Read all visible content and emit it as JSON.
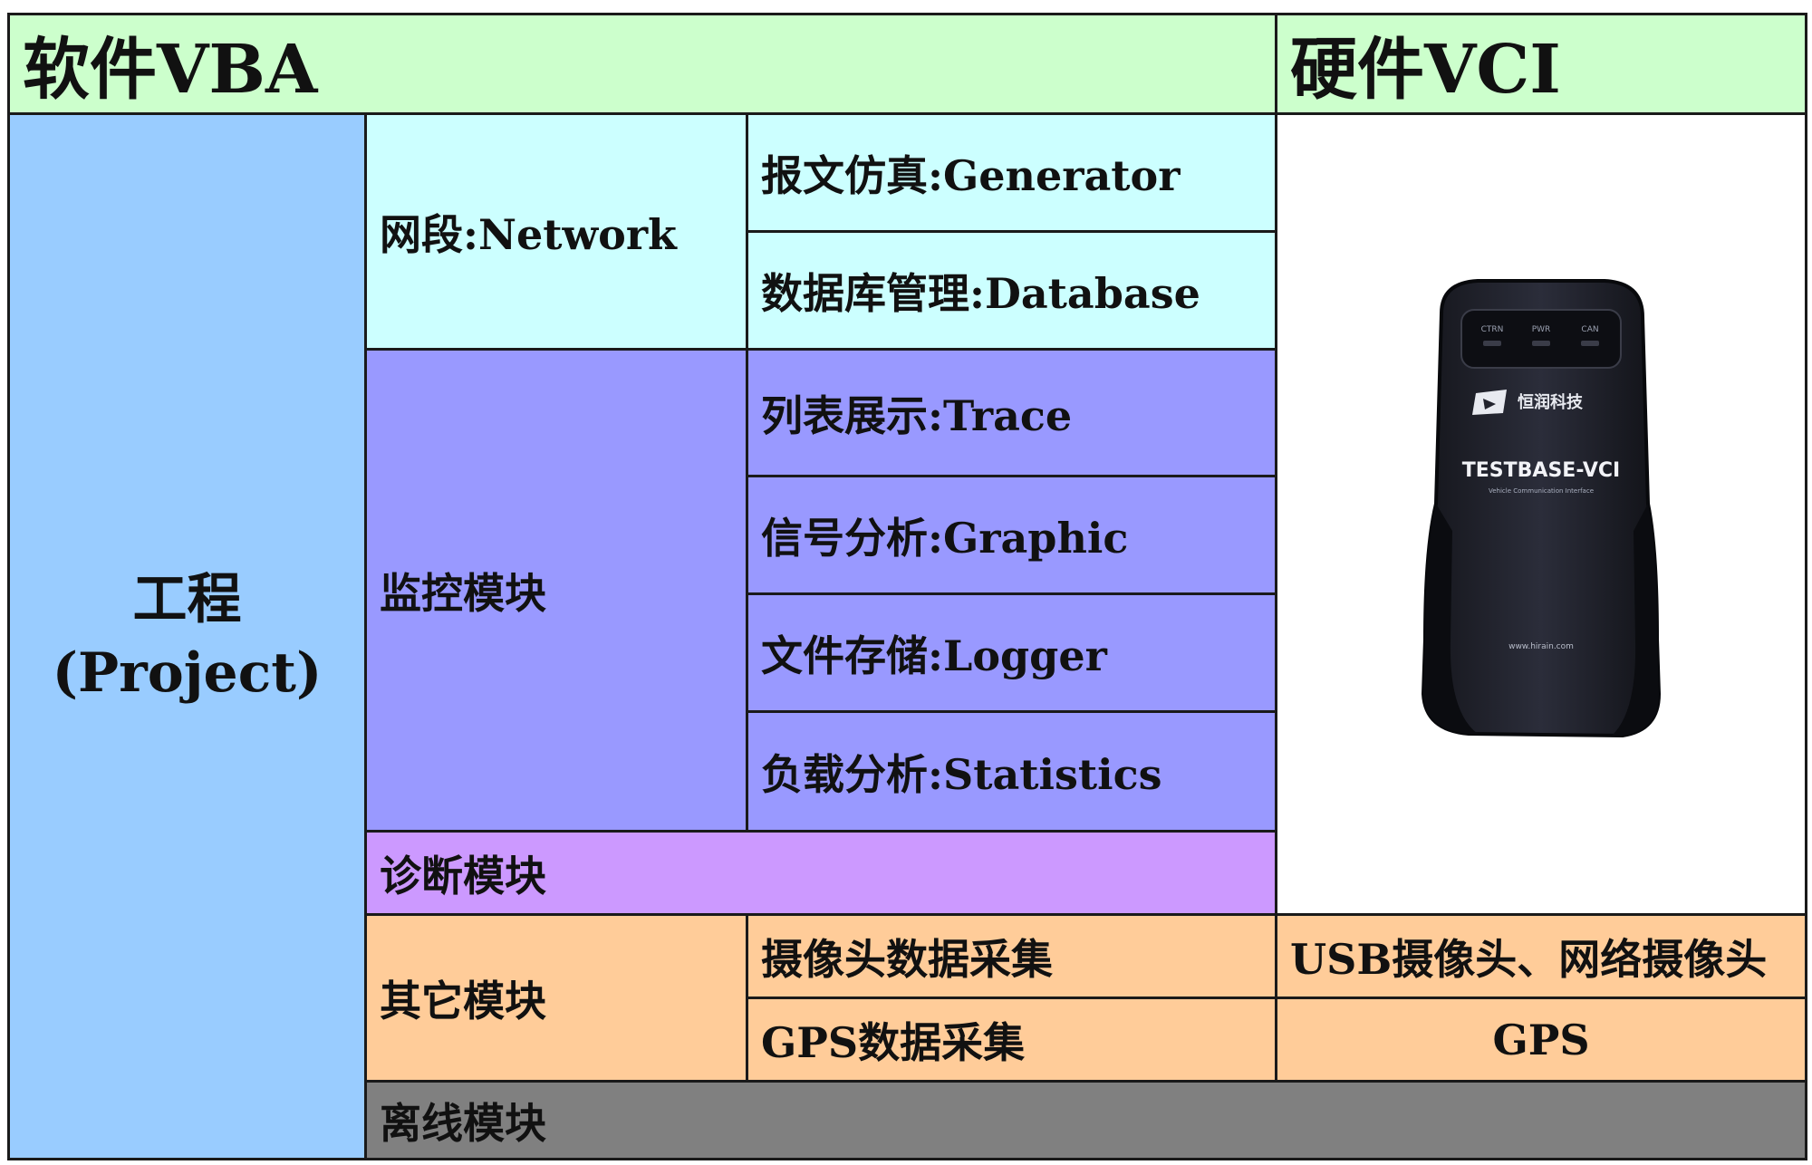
{
  "colors": {
    "header": "#ccffcc",
    "project": "#99ccff",
    "network": "#ccffff",
    "monitor": "#9999ff",
    "diagnostics": "#cc99ff",
    "other": "#ffcc99",
    "offline": "#808080",
    "device": "#ffffff"
  },
  "header": {
    "software": "软件VBA",
    "hardware": "硬件VCI"
  },
  "project": {
    "title": "工程",
    "subtitle": "(Project)"
  },
  "network": {
    "label": "网段:Network",
    "items": [
      "报文仿真:Generator",
      "数据库管理:Database"
    ]
  },
  "monitor": {
    "label": "监控模块",
    "items": [
      "列表展示:Trace",
      "信号分析:Graphic",
      "文件存储:Logger",
      "负载分析:Statistics"
    ]
  },
  "diagnostics": {
    "label": "诊断模块"
  },
  "other": {
    "label": "其它模块",
    "items": [
      "摄像头数据采集",
      "GPS数据采集"
    ],
    "hardware": [
      "USB摄像头、网络摄像头",
      "GPS"
    ]
  },
  "offline": {
    "label": "离线模块"
  },
  "device": {
    "brand": "恒润科技",
    "model": "TESTBASE-VCI",
    "caption": "Vehicle Communication Interface",
    "leds": [
      "CTRN",
      "PWR",
      "CAN"
    ],
    "url": "www.hirain.com"
  }
}
